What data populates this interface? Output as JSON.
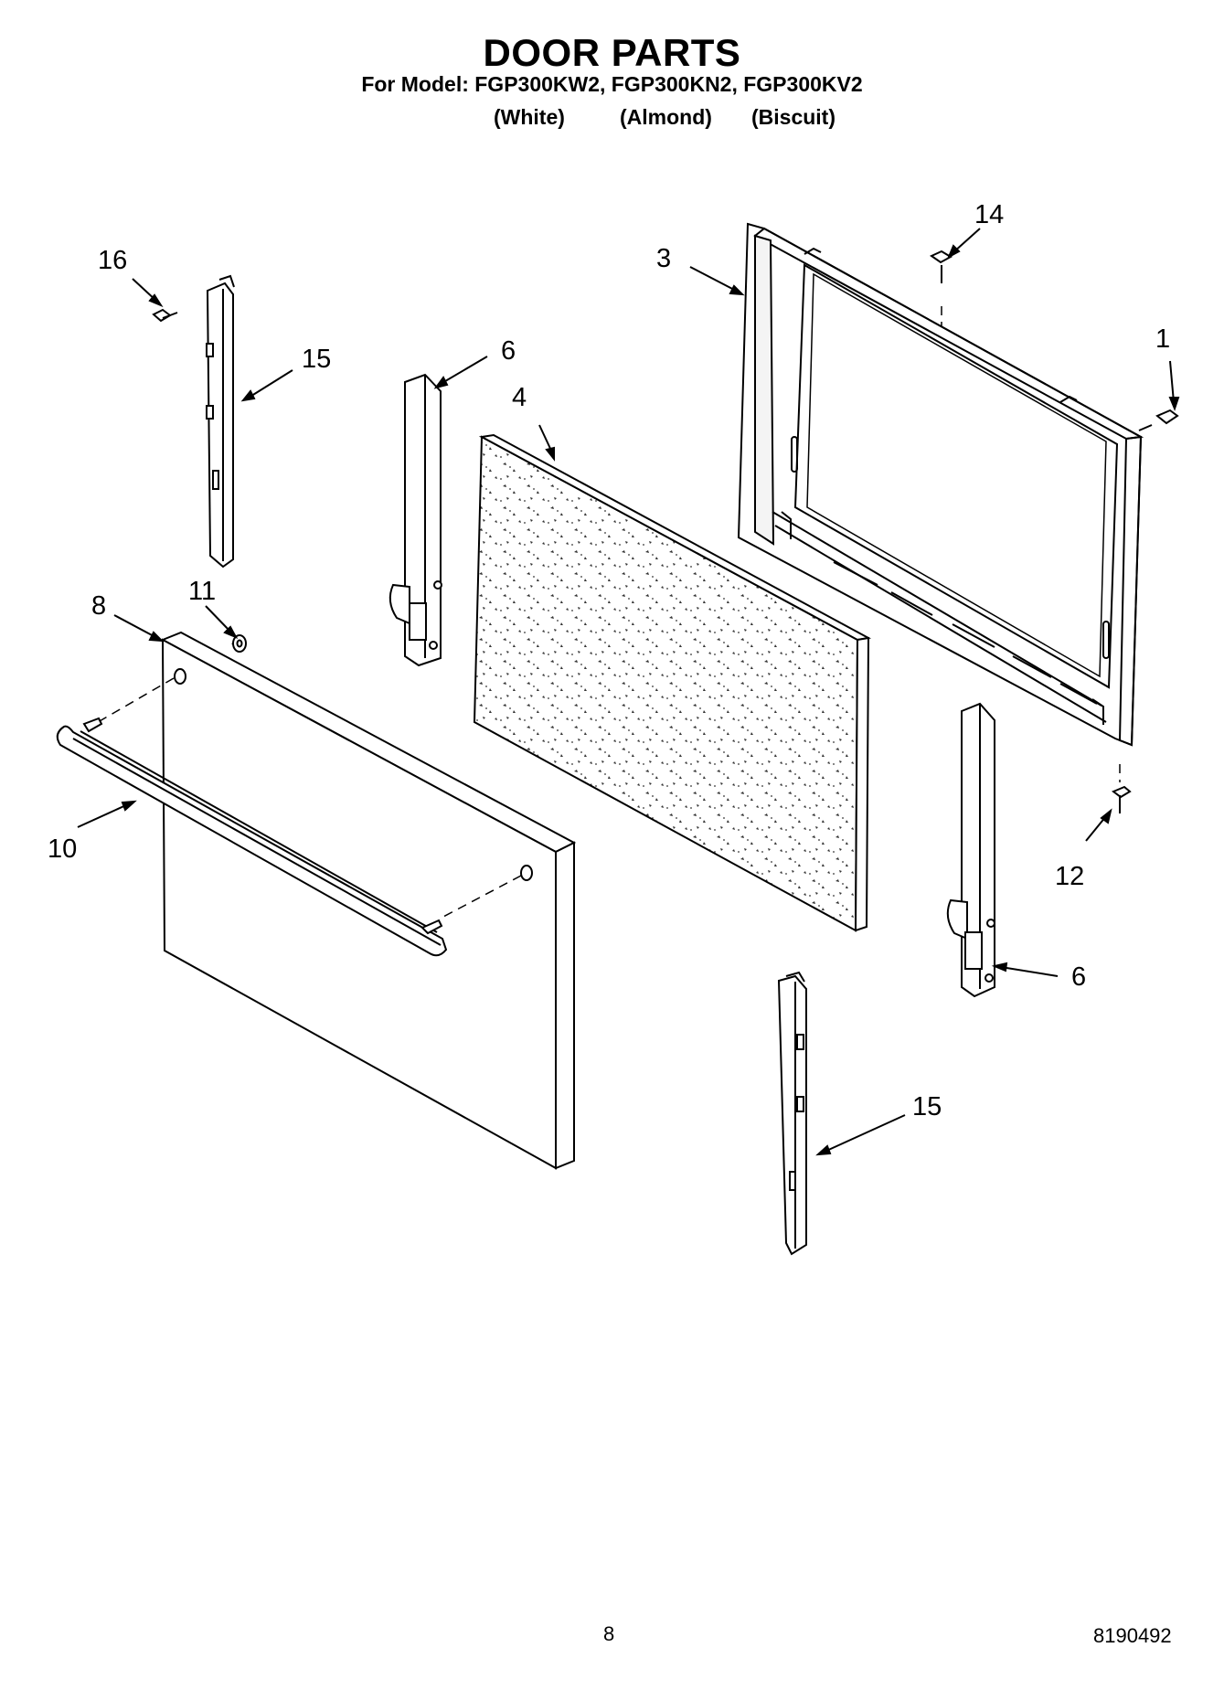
{
  "header": {
    "title": "DOOR PARTS",
    "model_line": "For Model: FGP300KW2, FGP300KN2, FGP300KV2",
    "colors": [
      "(White)",
      "(Almond)",
      "(Biscuit)"
    ]
  },
  "callouts": {
    "c1": "1",
    "c3": "3",
    "c4": "4",
    "c6a": "6",
    "c6b": "6",
    "c8": "8",
    "c10": "10",
    "c11": "11",
    "c12": "12",
    "c14": "14",
    "c15a": "15",
    "c15b": "15",
    "c16": "16"
  },
  "footer": {
    "page_number": "8",
    "document_number": "8190492"
  }
}
